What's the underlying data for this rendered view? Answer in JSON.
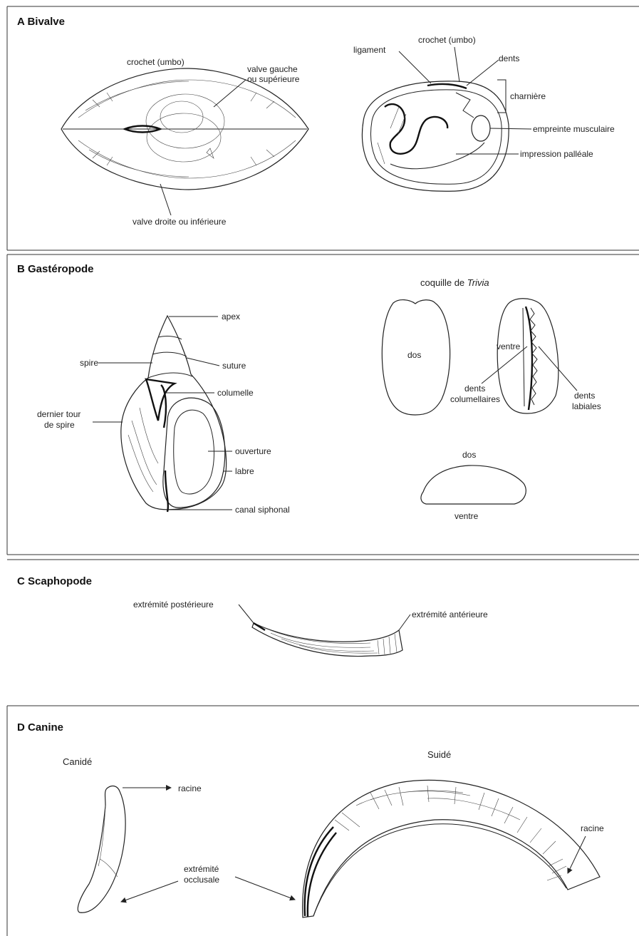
{
  "panels": {
    "a": {
      "title": "A  Bivalve",
      "labels": {
        "crochet_left": "crochet (umbo)",
        "valve_gauche_1": "valve gauche",
        "valve_gauche_2": "ou supérieure",
        "valve_droite": "valve droite ou inférieure",
        "ligament": "ligament",
        "crochet_right": "crochet (umbo)",
        "dents": "dents",
        "charniere": "charnière",
        "empreinte": "empreinte musculaire",
        "impression": "impression palléale"
      }
    },
    "b": {
      "title": "B  Gastéropode",
      "labels": {
        "apex": "apex",
        "spire": "spire",
        "suture": "suture",
        "columelle": "columelle",
        "dernier_tour_1": "dernier tour",
        "dernier_tour_2": "de spire",
        "ouverture": "ouverture",
        "labre": "labre",
        "canal": "canal siphonal",
        "trivia_prefix": "coquille de ",
        "trivia_name": "Trivia",
        "dos_left": "dos",
        "ventre_top": "ventre",
        "dents_col_1": "dents",
        "dents_col_2": "columellaires",
        "dents_lab_1": "dents",
        "dents_lab_2": "labiales",
        "dos_bottom": "dos",
        "ventre_bottom": "ventre"
      }
    },
    "c": {
      "title": "C  Scaphopode",
      "labels": {
        "posterieure": "extrémité postérieure",
        "anterieure": "extrémité antérieure"
      }
    },
    "d": {
      "title": "D  Canine",
      "labels": {
        "canide": "Canidé",
        "suide": "Suidé",
        "racine_left": "racine",
        "racine_right": "racine",
        "occlusale_1": "extrémité",
        "occlusale_2": "occlusale"
      }
    }
  }
}
